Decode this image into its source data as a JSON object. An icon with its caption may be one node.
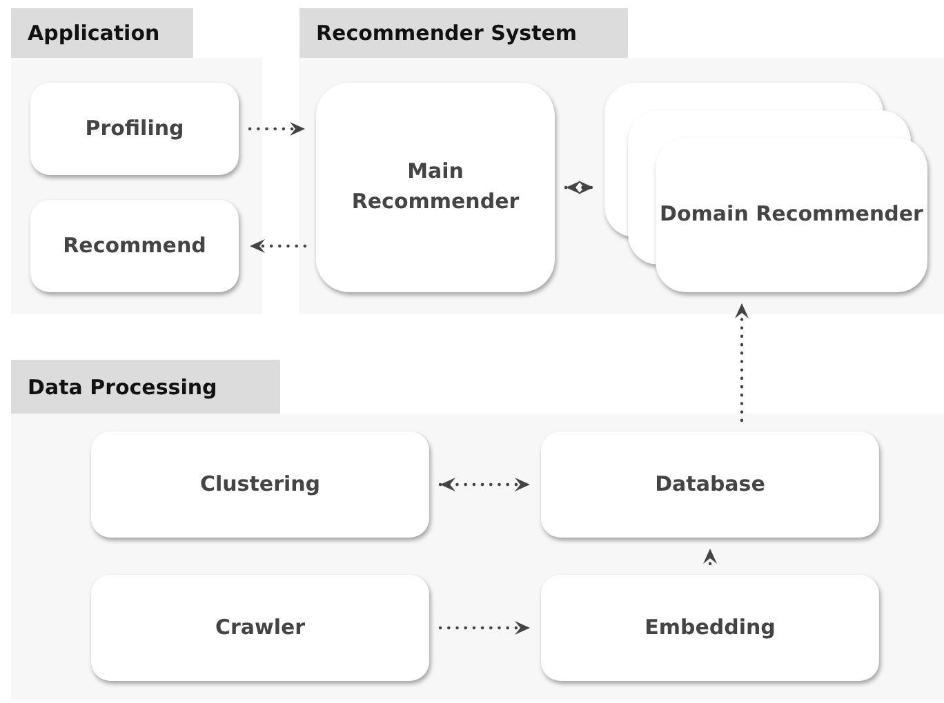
{
  "diagram": {
    "nodes": [
      {
        "text": [
          "Application"
        ]
      },
      {
        "text": [
          "Profiling"
        ],
        "in": 0
      },
      {
        "text": [
          "Recommend"
        ],
        "in": 0
      },
      {
        "text": [
          "Recommender System"
        ]
      },
      {
        "text": [
          "Main Recommender"
        ],
        "in": 3
      },
      {
        "text": [
          "Domain Recommender"
        ],
        "in": 3
      },
      {
        "text": [
          "Data Processing"
        ]
      },
      {
        "text": [
          "Clustering"
        ],
        "in": 6
      },
      {
        "text": [
          "Database"
        ],
        "in": 6
      },
      {
        "text": [
          "Crawler"
        ],
        "in": 6
      },
      {
        "text": [
          "Embedding"
        ],
        "in": 6
      }
    ],
    "edges": [
      {
        "from": 1,
        "to": 4,
        "arrow": "to"
      },
      {
        "from": 4,
        "to": 2,
        "arrow": "to"
      },
      {
        "from": 4,
        "to": 5,
        "arrow": "both"
      },
      {
        "from": 8,
        "to": 5,
        "arrow": "to"
      },
      {
        "from": 7,
        "to": 8,
        "arrow": "both"
      },
      {
        "from": 9,
        "to": 10,
        "arrow": "to"
      },
      {
        "from": 10,
        "to": 8,
        "arrow": "to"
      }
    ]
  }
}
